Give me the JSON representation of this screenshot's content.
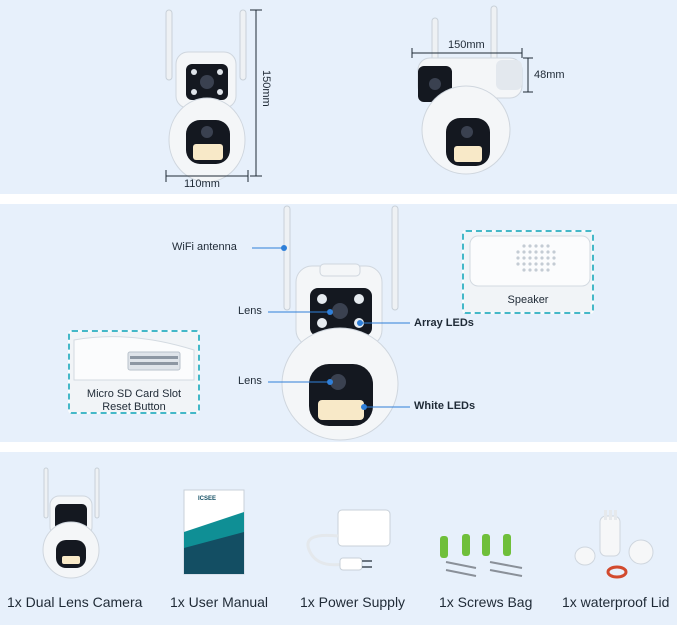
{
  "dimensions": {
    "front_height": "150mm",
    "front_width": "110mm",
    "side_length": "150mm",
    "side_depth": "48mm"
  },
  "features": {
    "wifi_antenna": "WiFi antenna",
    "lens_top": "Lens",
    "lens_bottom": "Lens",
    "array_leds": "Array LEDs",
    "white_leds": "White LEDs",
    "speaker": "Speaker",
    "sd_line1": "Micro SD Card Slot",
    "sd_line2": "Reset Button"
  },
  "package": {
    "items": [
      {
        "label": "1x Dual Lens Camera",
        "icon": "camera-icon"
      },
      {
        "label": "1x User Manual",
        "icon": "manual-icon"
      },
      {
        "label": "1x Power Supply",
        "icon": "power-supply-icon"
      },
      {
        "label": "1x Screws Bag",
        "icon": "screws-icon"
      },
      {
        "label": "1x waterproof Lid",
        "icon": "waterproof-lid-icon"
      }
    ],
    "manual_brand": "ICSEE"
  },
  "colors": {
    "panel_bg": "#e7f0fb",
    "accent": "#2f7fd8",
    "inset_border": "#44b8c8"
  }
}
